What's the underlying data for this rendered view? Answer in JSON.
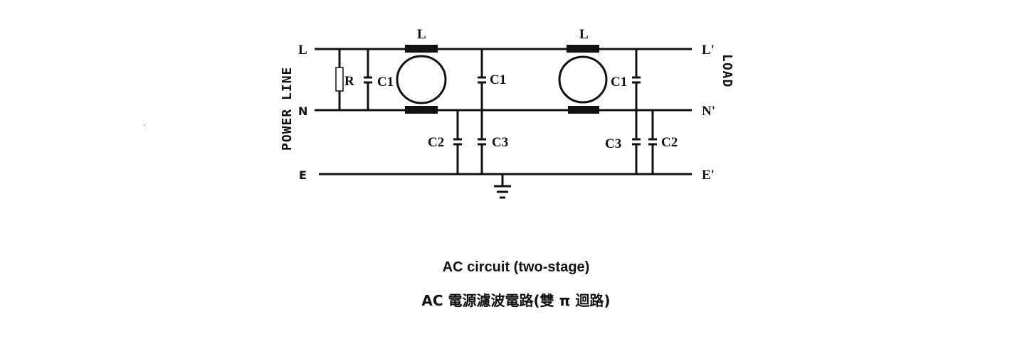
{
  "diagram": {
    "terminals_left": {
      "line": "L",
      "neutral": "N",
      "earth": "E"
    },
    "terminals_right": {
      "line": "L'",
      "neutral": "N'",
      "earth": "E'"
    },
    "side_label_left": "POWER LINE",
    "side_label_right": "LOAD",
    "components": {
      "resistor": "R",
      "inductor_1": "L",
      "inductor_2": "L",
      "cap_c1_a": "C1",
      "cap_c1_b": "C1",
      "cap_c1_c": "C1",
      "cap_c2_a": "C2",
      "cap_c3_a": "C3",
      "cap_c3_b": "C3",
      "cap_c2_b": "C2"
    }
  },
  "captions": {
    "english": "AC circuit (two-stage)",
    "chinese": "AC 電源濾波電路(雙 π 迴路)"
  }
}
